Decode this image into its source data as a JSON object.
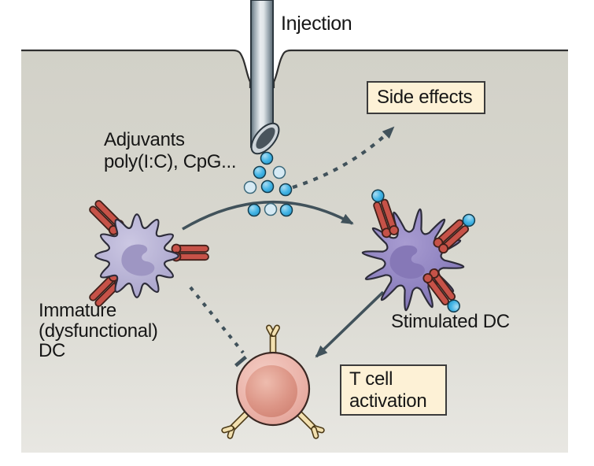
{
  "figure": {
    "labels": {
      "injection": "Injection",
      "adjuvants_line1": "Adjuvants",
      "adjuvants_line2": "poly(I:C), CpG...",
      "immature_line1": "Immature",
      "immature_line2": "(dysfunctional)",
      "immature_line3": "DC",
      "stimulated_dc": "Stimulated DC"
    },
    "boxes": {
      "side_effects": "Side effects",
      "tcell_line1": "T cell",
      "tcell_line2": "activation"
    },
    "colors": {
      "tissue_top": "#d3d2c9",
      "tissue_bottom": "#e7e6e1",
      "surface_line": "#2f2f2f",
      "box_fill": "#fdf1d6",
      "box_border": "#3b3b3b",
      "text": "#161616",
      "arrow_slate": "#41525b",
      "adjuvant_blue": "#3aaede",
      "adjuvant_light": "#d6eaf4",
      "dc_immature_body": "#b6b1d4",
      "dc_immature_nucleus": "#9e96c3",
      "dc_stimulated_body": "#9084c1",
      "dc_stimulated_nucleus": "#8678b7",
      "receptor_red": "#c65248",
      "tcell_body": "#eab2a8",
      "tcell_nucleus": "#d98f80",
      "tcr_fill": "#f2e0b0",
      "needle_metal": "#aebbc3"
    }
  }
}
